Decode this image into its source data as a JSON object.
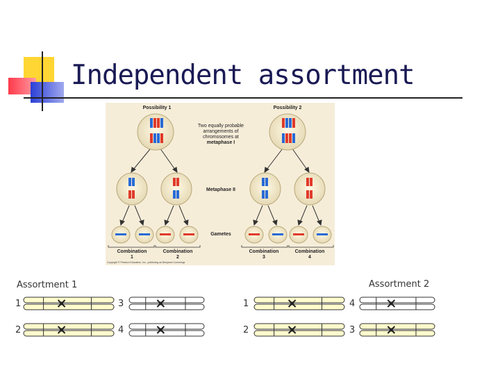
{
  "title": "Independent assortment",
  "figure": {
    "possibility_1": "Possibility 1",
    "possibility_2": "Possibility 2",
    "center_note": [
      "Two equally probable",
      "arrangements of",
      "chromosomes at",
      "metaphase I"
    ],
    "metaphase_2": "Metaphase II",
    "gametes": "Gametes",
    "combinations": [
      {
        "label": "Combination",
        "number": "1"
      },
      {
        "label": "Combination",
        "number": "2"
      },
      {
        "label": "Combination",
        "number": "3"
      },
      {
        "label": "Combination",
        "number": "4"
      }
    ],
    "copyright": "Copyright © Pearson Education, Inc., publishing as Benjamin Cummings"
  },
  "assortment_1": {
    "label": "Assortment 1",
    "numbers": [
      "1",
      "3",
      "2",
      "4"
    ]
  },
  "assortment_2": {
    "label": "Assortment 2",
    "numbers": [
      "1",
      "4",
      "2",
      "3"
    ]
  },
  "colors": {
    "title": "#1a1a55",
    "figure_bg": "#f6edd9",
    "chromatid_fill": "#fffbcc",
    "red": "#e03a2a",
    "blue": "#2a6ad6"
  }
}
